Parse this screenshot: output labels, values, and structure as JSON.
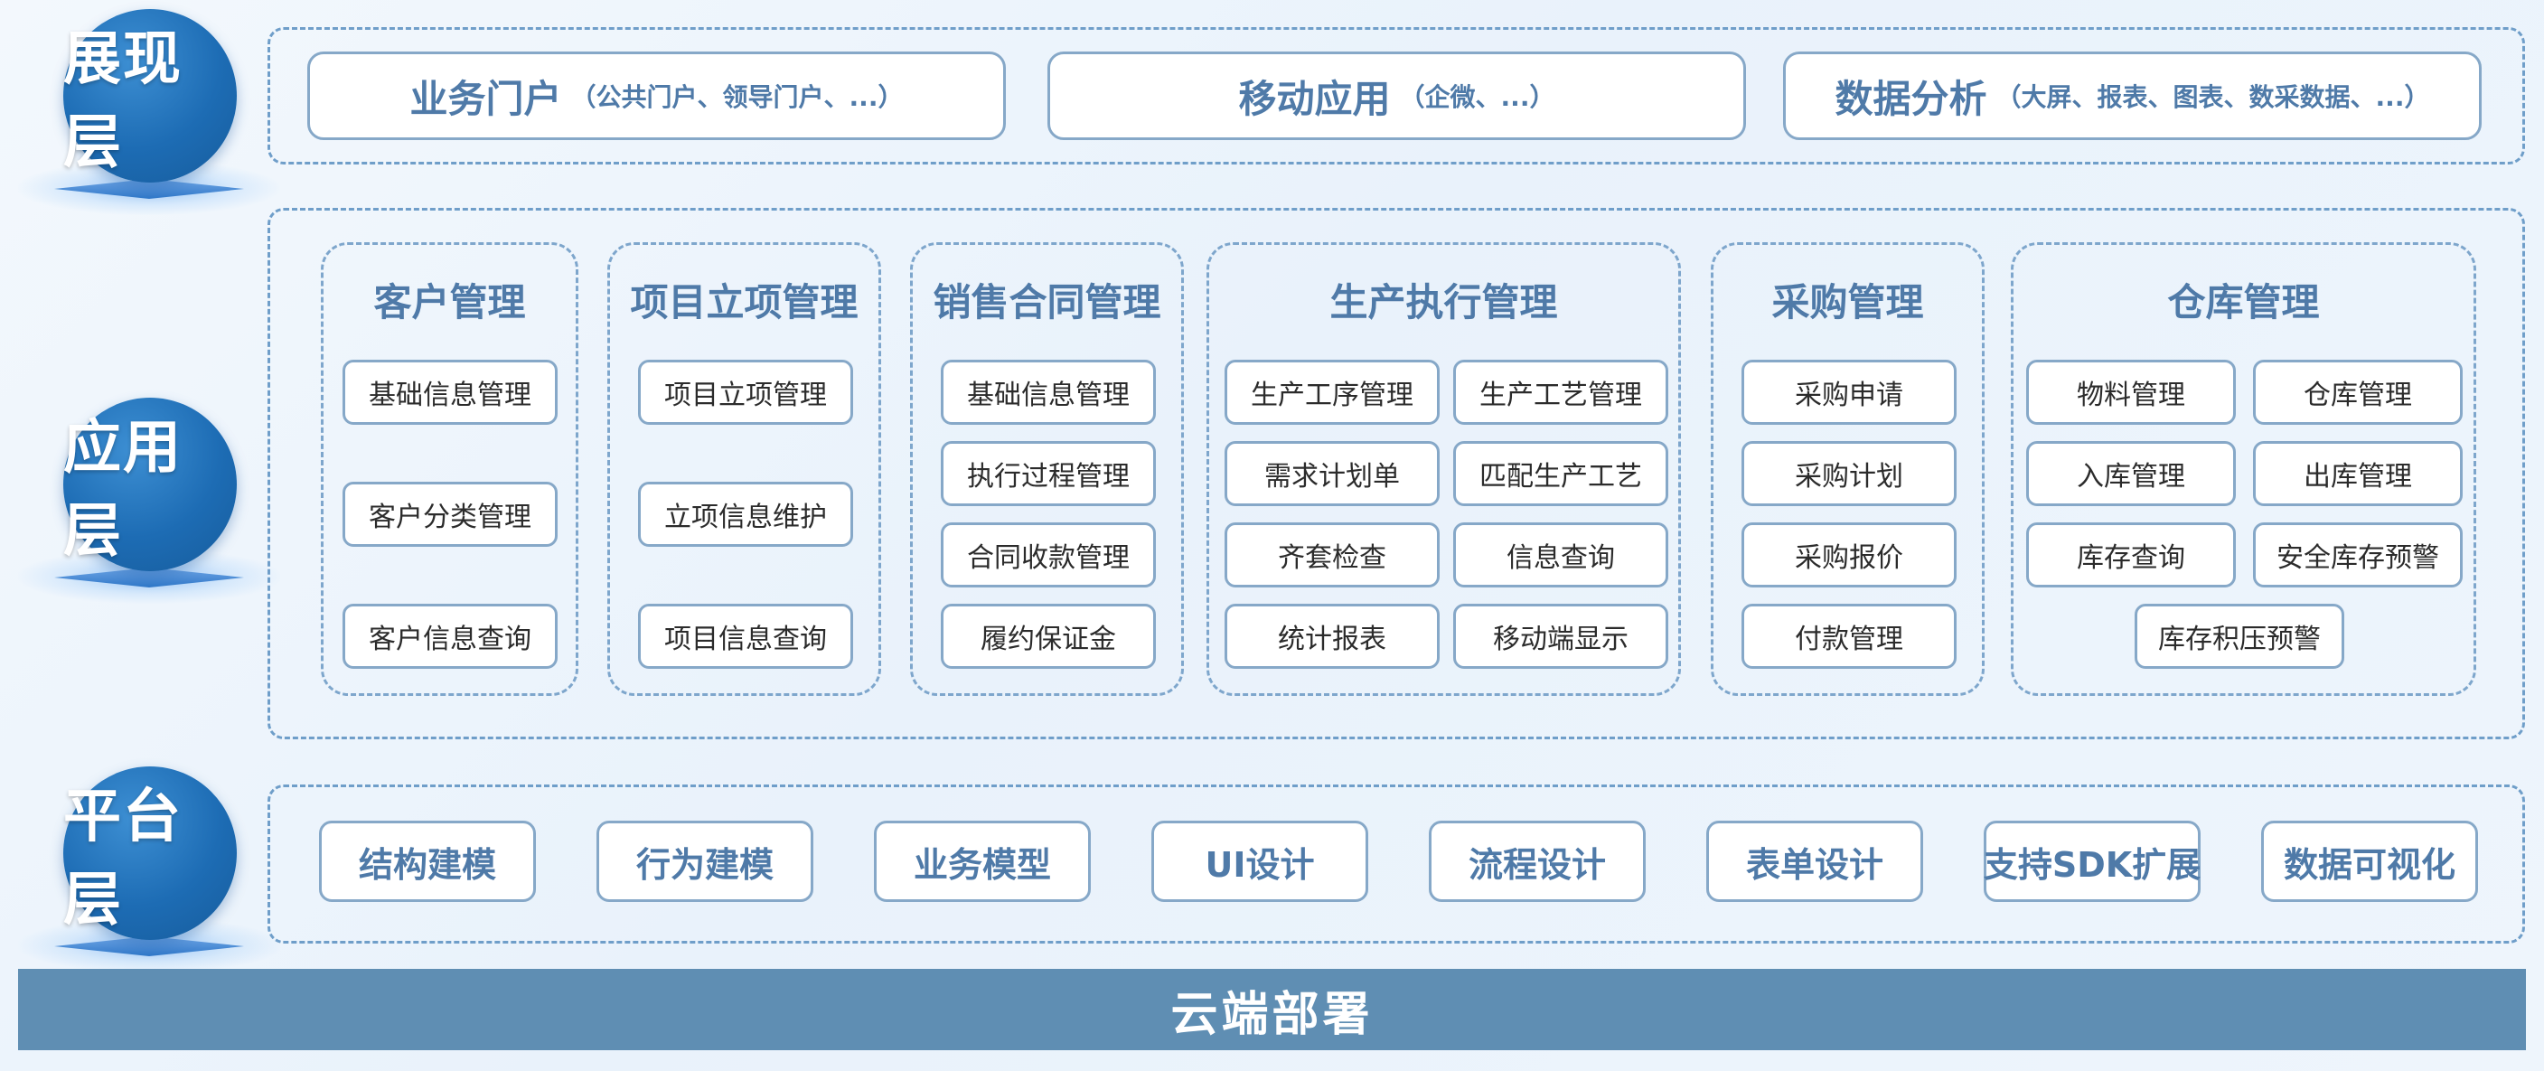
{
  "layers": {
    "presentation": "展现层",
    "application": "应用层",
    "platform": "平台层"
  },
  "presentation_items": [
    {
      "main": "业务门户",
      "sub": "（公共门户、领导门户、...）"
    },
    {
      "main": "移动应用",
      "sub": "（企微、...）"
    },
    {
      "main": "数据分析",
      "sub": "（大屏、报表、图表、数采数据、...）"
    }
  ],
  "modules": [
    {
      "title": "客户管理",
      "items": [
        "基础信息管理",
        "客户分类管理",
        "客户信息查询"
      ]
    },
    {
      "title": "项目立项管理",
      "items": [
        "项目立项管理",
        "立项信息维护",
        "项目信息查询"
      ]
    },
    {
      "title": "销售合同管理",
      "items": [
        "基础信息管理",
        "执行过程管理",
        "合同收款管理",
        "履约保证金"
      ]
    },
    {
      "title": "生产执行管理",
      "items": [
        "生产工序管理",
        "生产工艺管理",
        "需求计划单",
        "匹配生产工艺",
        "齐套检查",
        "信息查询",
        "统计报表",
        "移动端显示"
      ]
    },
    {
      "title": "采购管理",
      "items": [
        "采购申请",
        "采购计划",
        "采购报价",
        "付款管理"
      ]
    },
    {
      "title": "仓库管理",
      "items": [
        "物料管理",
        "仓库管理",
        "入库管理",
        "出库管理",
        "库存查询",
        "安全库存预警",
        "库存积压预警"
      ]
    }
  ],
  "platform_items": [
    "结构建模",
    "行为建模",
    "业务模型",
    "UI设计",
    "流程设计",
    "表单设计",
    "支持SDK扩展",
    "数据可视化"
  ],
  "cloud": "云端部署",
  "colors": {
    "badge": "#1d6cb4",
    "title_text": "#4f7aa8",
    "border": "#86a8c8",
    "dashed": "#6f9ec9",
    "cloud_bar": "#5f8eb3"
  }
}
